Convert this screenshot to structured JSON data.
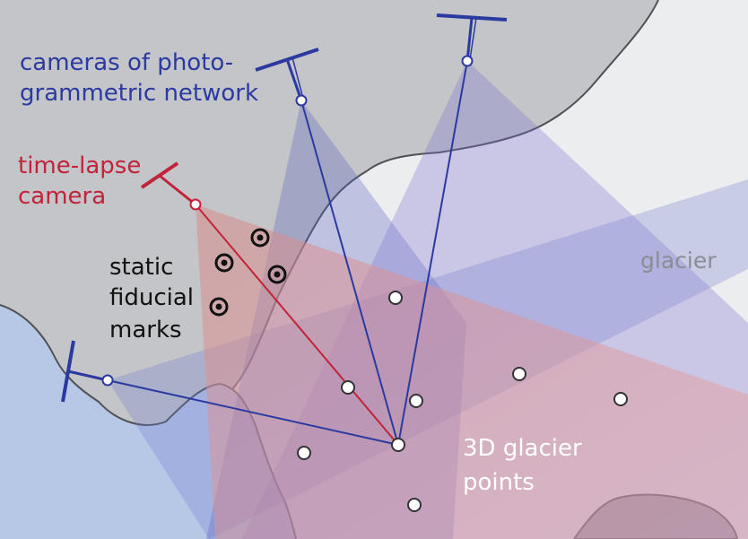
{
  "labels": {
    "cameras_line1": "cameras of photo-",
    "cameras_line2": "grammetric network",
    "timelapse_line1": "time-lapse",
    "timelapse_line2": "camera",
    "fiducial_line1": "static",
    "fiducial_line2": "fiducial",
    "fiducial_line3": "marks",
    "glacier": "glacier",
    "points_line1": "3D glacier",
    "points_line2": "points"
  },
  "colors": {
    "land": "#c3c5c8",
    "glacier": "#ecedef",
    "water": "#b7c7e6",
    "coastline": "#4f5156",
    "network_camera": "#2b3aa0",
    "timelapse_camera": "#c22339",
    "network_fov": "#5560c0",
    "timelapse_fov": "#d06a6a",
    "point_fill": "#ffffff",
    "point_stroke": "#333333"
  },
  "icons": {
    "network_camera": "t-shaped-camera-icon",
    "timelapse_camera": "t-shaped-camera-icon",
    "fiducial_mark": "target-rings-icon",
    "glacier_point": "circle-dot-icon"
  }
}
